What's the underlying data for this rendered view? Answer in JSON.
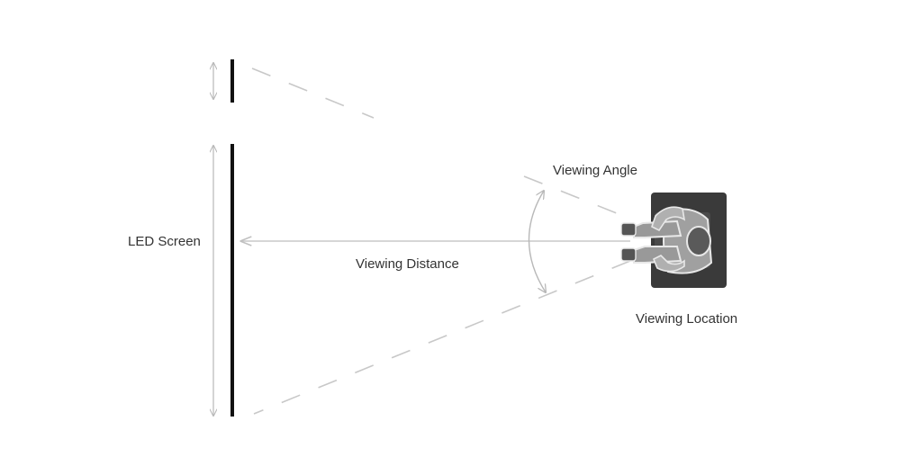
{
  "labels": {
    "led_screen": "LED Screen",
    "viewing_distance": "Viewing Distance",
    "viewing_angle": "Viewing Angle",
    "viewing_location": "Viewing Location"
  },
  "colors": {
    "screen": "#111111",
    "guide_lines": "#c8c8c8",
    "dimension_arrows": "#b8b8b8",
    "chair": "#3a3a3a",
    "person": "#9a9a9a",
    "person_outline": "#e8e8e8",
    "text": "#333333"
  },
  "icons": {
    "viewer": "person-seated-top-view-icon"
  }
}
